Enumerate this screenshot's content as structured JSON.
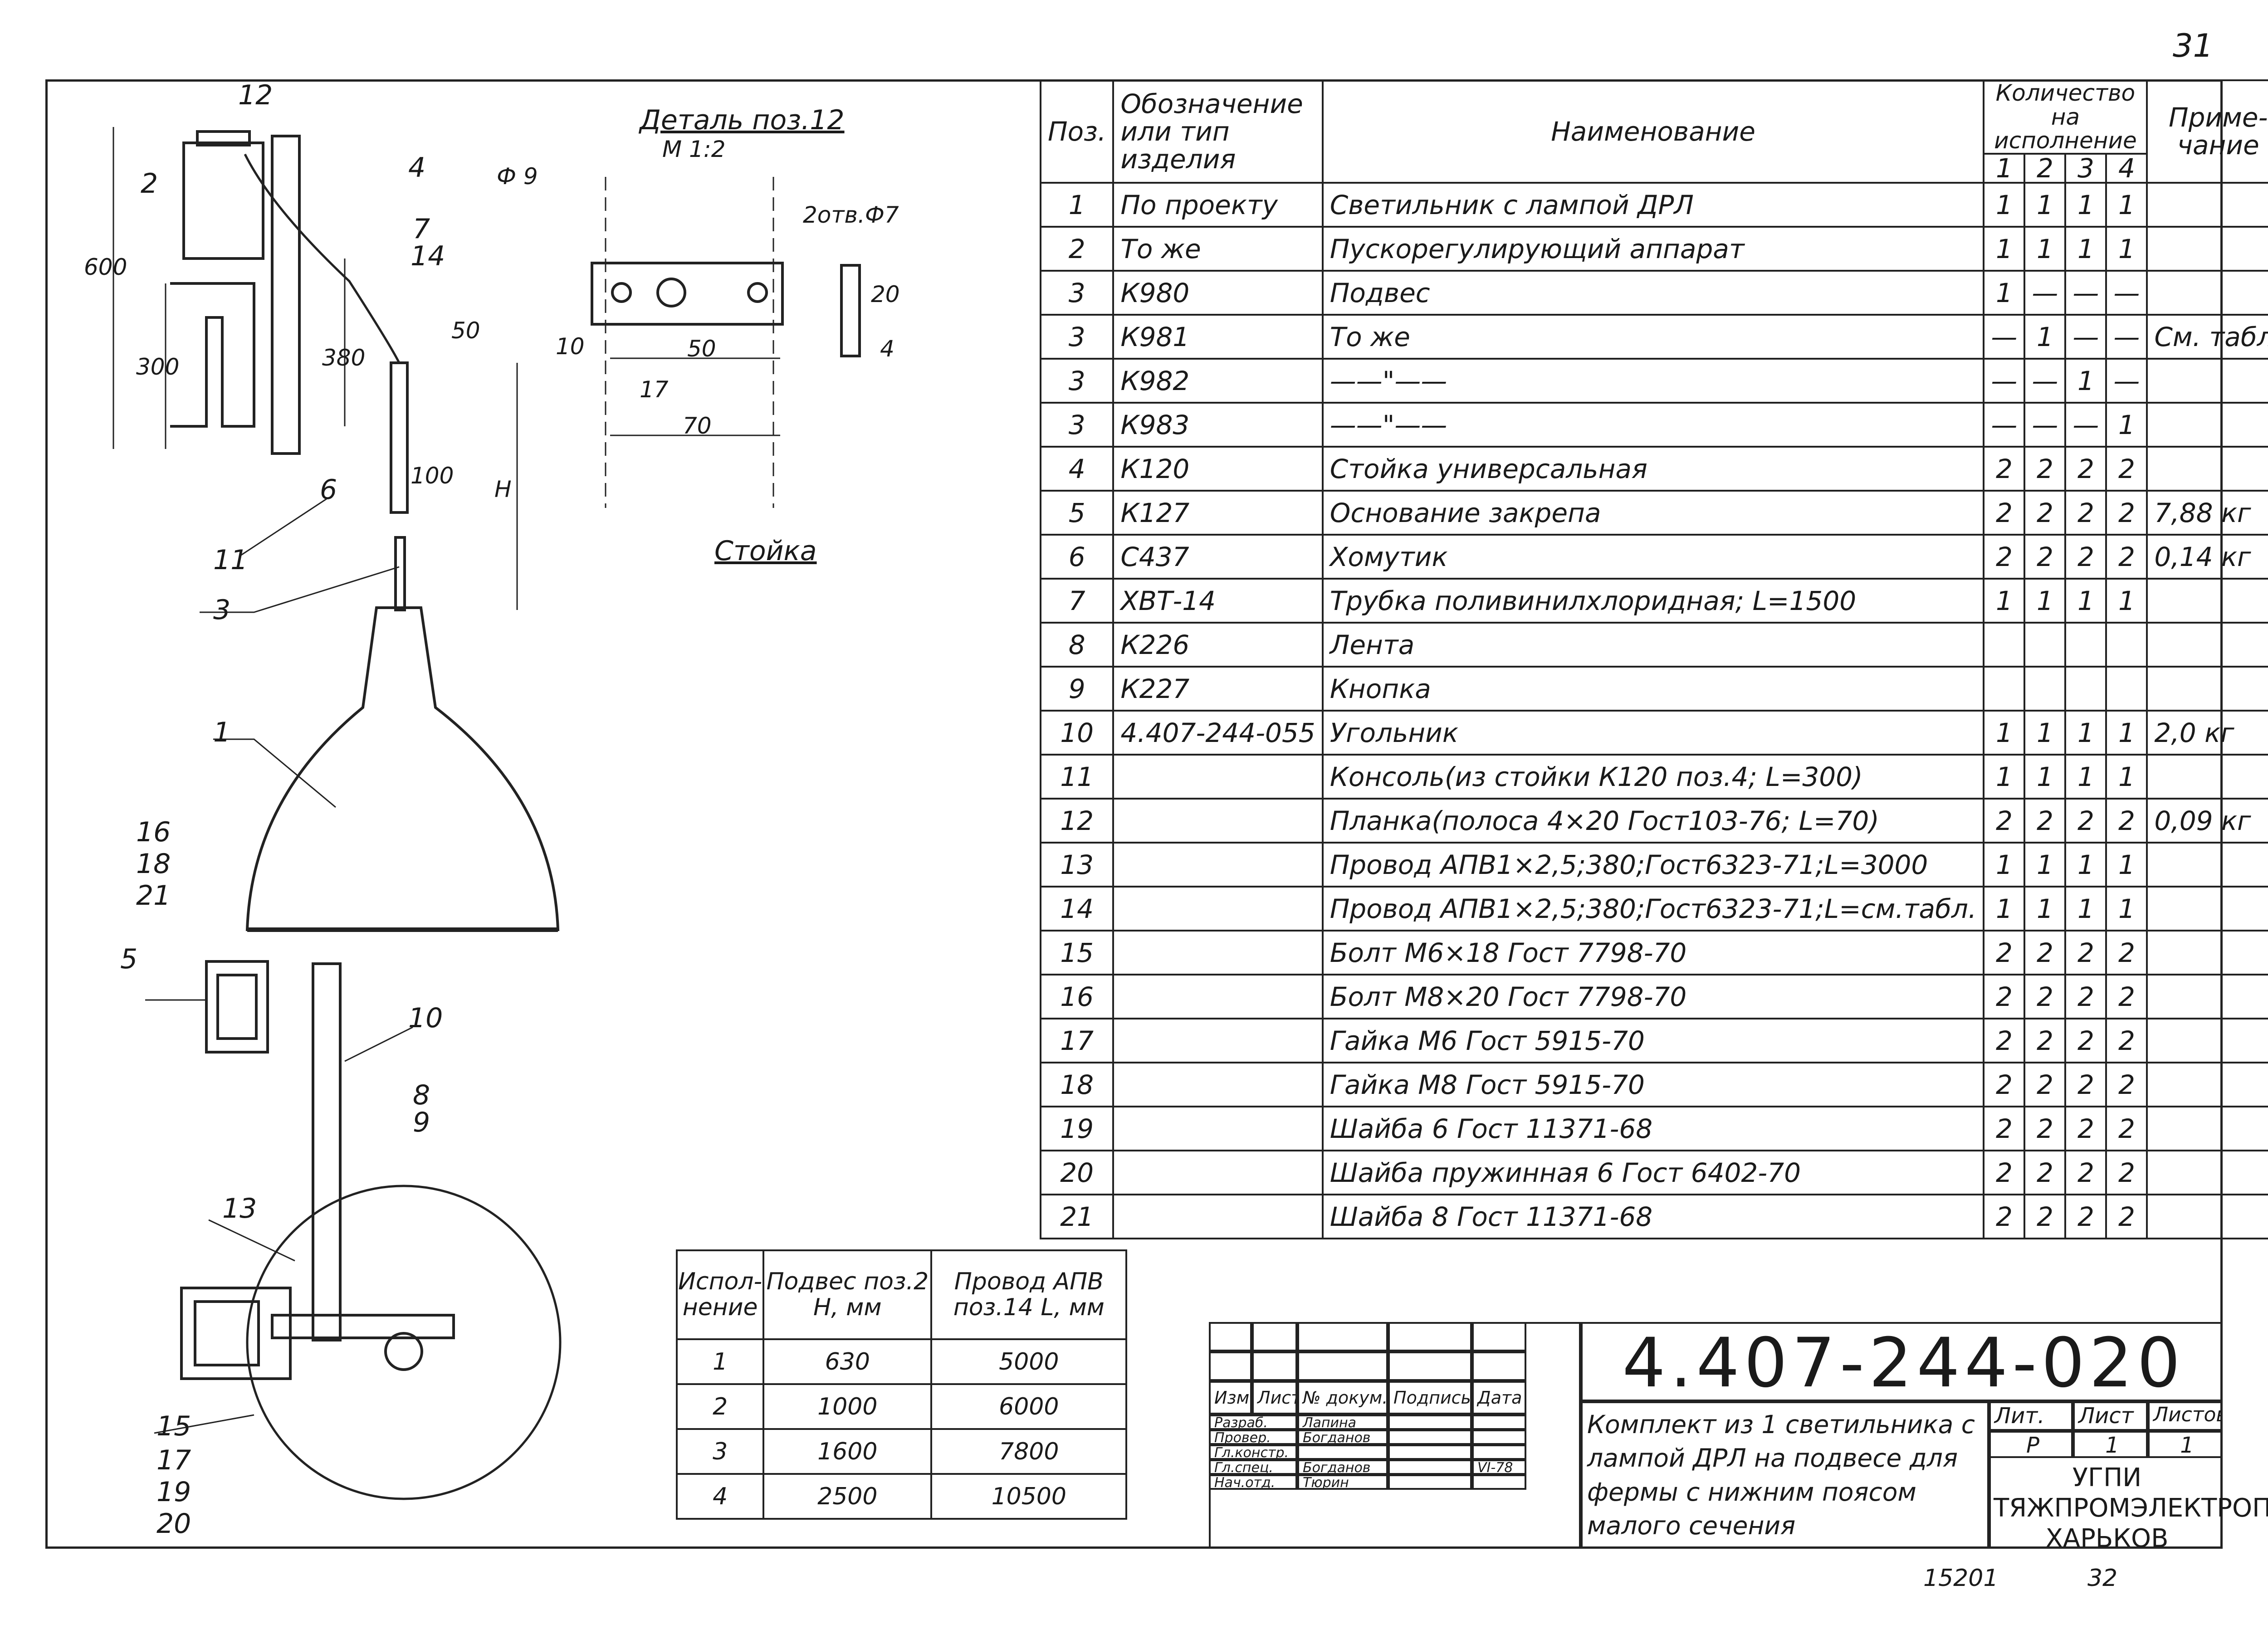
{
  "sheet_number": "31",
  "bottom_notes": [
    "15201",
    "32"
  ],
  "drawing": {
    "detail_title": "Деталь поз.12",
    "detail_scale": "М 1:2",
    "detail_stand_label": "Стойка",
    "detail_dims": {
      "d9": "Ф 9",
      "holes": "2отв.Ф7",
      "d50": "50",
      "d17": "17",
      "d70": "70",
      "d20": "20",
      "d4": "4",
      "d10": "10"
    },
    "dims": {
      "d600": "600",
      "d300": "300",
      "d380": "380",
      "d50": "50",
      "d100": "100",
      "H": "H"
    },
    "position_labels": [
      "1",
      "2",
      "3",
      "4",
      "5",
      "6",
      "7",
      "8",
      "9",
      "10",
      "11",
      "12",
      "13",
      "14",
      "15",
      "16",
      "17",
      "18",
      "19",
      "20",
      "21"
    ]
  },
  "parts_table": {
    "headers": {
      "pos": "Поз.",
      "designation": "Обозначение или тип изделия",
      "name": "Наименование",
      "qty": "Количество на исполнение",
      "qty_cols": [
        "1",
        "2",
        "3",
        "4"
      ],
      "note": "Приме-чание"
    },
    "rows": [
      {
        "pos": "1",
        "des": "По проекту",
        "name": "Светильник с лампой ДРЛ",
        "q": [
          "1",
          "1",
          "1",
          "1"
        ],
        "note": ""
      },
      {
        "pos": "2",
        "des": "То же",
        "name": "Пускорегулирующий аппарат",
        "q": [
          "1",
          "1",
          "1",
          "1"
        ],
        "note": ""
      },
      {
        "pos": "3",
        "des": "К980",
        "name": "Подвес",
        "q": [
          "1",
          "—",
          "—",
          "—"
        ],
        "note": ""
      },
      {
        "pos": "3",
        "des": "К981",
        "name": "То же",
        "q": [
          "—",
          "1",
          "—",
          "—"
        ],
        "note": "См. табл."
      },
      {
        "pos": "3",
        "des": "К982",
        "name": "——\"——",
        "q": [
          "—",
          "—",
          "1",
          "—"
        ],
        "note": ""
      },
      {
        "pos": "3",
        "des": "К983",
        "name": "——\"——",
        "q": [
          "—",
          "—",
          "—",
          "1"
        ],
        "note": ""
      },
      {
        "pos": "4",
        "des": "К120",
        "name": "Стойка универсальная",
        "q": [
          "2",
          "2",
          "2",
          "2"
        ],
        "note": ""
      },
      {
        "pos": "5",
        "des": "К127",
        "name": "Основание закрепа",
        "q": [
          "2",
          "2",
          "2",
          "2"
        ],
        "note": "7,88 кг"
      },
      {
        "pos": "6",
        "des": "С437",
        "name": "Хомутик",
        "q": [
          "2",
          "2",
          "2",
          "2"
        ],
        "note": "0,14 кг"
      },
      {
        "pos": "7",
        "des": "ХВТ-14",
        "name": "Трубка поливинилхлоридная; L=1500",
        "q": [
          "1",
          "1",
          "1",
          "1"
        ],
        "note": ""
      },
      {
        "pos": "8",
        "des": "К226",
        "name": "Лента",
        "q": [
          "",
          "",
          "",
          ""
        ],
        "note": ""
      },
      {
        "pos": "9",
        "des": "К227",
        "name": "Кнопка",
        "q": [
          "",
          "",
          "",
          ""
        ],
        "note": ""
      },
      {
        "pos": "10",
        "des": "4.407-244-055",
        "name": "Угольник",
        "q": [
          "1",
          "1",
          "1",
          "1"
        ],
        "note": "2,0 кг"
      },
      {
        "pos": "11",
        "des": "",
        "name": "Консоль(из стойки К120 поз.4; L=300)",
        "q": [
          "1",
          "1",
          "1",
          "1"
        ],
        "note": ""
      },
      {
        "pos": "12",
        "des": "",
        "name": "Планка(полоса 4×20 Гост103-76; L=70)",
        "q": [
          "2",
          "2",
          "2",
          "2"
        ],
        "note": "0,09 кг"
      },
      {
        "pos": "13",
        "des": "",
        "name": "Провод АПВ1×2,5;380;Гост6323-71;L=3000",
        "q": [
          "1",
          "1",
          "1",
          "1"
        ],
        "note": ""
      },
      {
        "pos": "14",
        "des": "",
        "name": "Провод АПВ1×2,5;380;Гост6323-71;L=см.табл.",
        "q": [
          "1",
          "1",
          "1",
          "1"
        ],
        "note": ""
      },
      {
        "pos": "15",
        "des": "",
        "name": "Болт М6×18 Гост 7798-70",
        "q": [
          "2",
          "2",
          "2",
          "2"
        ],
        "note": ""
      },
      {
        "pos": "16",
        "des": "",
        "name": "Болт М8×20 Гост 7798-70",
        "q": [
          "2",
          "2",
          "2",
          "2"
        ],
        "note": ""
      },
      {
        "pos": "17",
        "des": "",
        "name": "Гайка М6 Гост 5915-70",
        "q": [
          "2",
          "2",
          "2",
          "2"
        ],
        "note": ""
      },
      {
        "pos": "18",
        "des": "",
        "name": "Гайка М8 Гост 5915-70",
        "q": [
          "2",
          "2",
          "2",
          "2"
        ],
        "note": ""
      },
      {
        "pos": "19",
        "des": "",
        "name": "Шайба 6 Гост 11371-68",
        "q": [
          "2",
          "2",
          "2",
          "2"
        ],
        "note": ""
      },
      {
        "pos": "20",
        "des": "",
        "name": "Шайба пружинная 6 Гост 6402-70",
        "q": [
          "2",
          "2",
          "2",
          "2"
        ],
        "note": ""
      },
      {
        "pos": "21",
        "des": "",
        "name": "Шайба 8 Гост 11371-68",
        "q": [
          "2",
          "2",
          "2",
          "2"
        ],
        "note": ""
      }
    ]
  },
  "variant_table": {
    "headers": [
      "Испол-нение",
      "Подвес поз.2 H, мм",
      "Провод АПВ поз.14 L, мм"
    ],
    "rows": [
      [
        "1",
        "630",
        "5000"
      ],
      [
        "2",
        "1000",
        "6000"
      ],
      [
        "3",
        "1600",
        "7800"
      ],
      [
        "4",
        "2500",
        "10500"
      ]
    ]
  },
  "title_block": {
    "doc_number": "4.407-244-020",
    "title": "Комплект из 1 светильника с лампой ДРЛ на подвесе для фермы с нижним поясом малого сечения",
    "col_headers": [
      "Изм.",
      "Лист",
      "№ докум.",
      "Подпись",
      "Дата"
    ],
    "roles": [
      {
        "role": "Разраб.",
        "name": "Лапина"
      },
      {
        "role": "Провер.",
        "name": "Богданов"
      },
      {
        "role": "Гл.констр.",
        "name": ""
      },
      {
        "role": "Гл.спец.",
        "name": "Богданов"
      },
      {
        "role": "Нач.отд.",
        "name": "Тюрин"
      }
    ],
    "date": "VI-78",
    "lit_label": "Лит.",
    "lit_value": "Р",
    "sheet_label": "Лист",
    "sheet_value": "1",
    "sheets_label": "Листов",
    "sheets_value": "1",
    "org": "УГПИ ТЯЖПРОМЭЛЕКТРОПРОЕКТ ХАРЬКОВ"
  }
}
